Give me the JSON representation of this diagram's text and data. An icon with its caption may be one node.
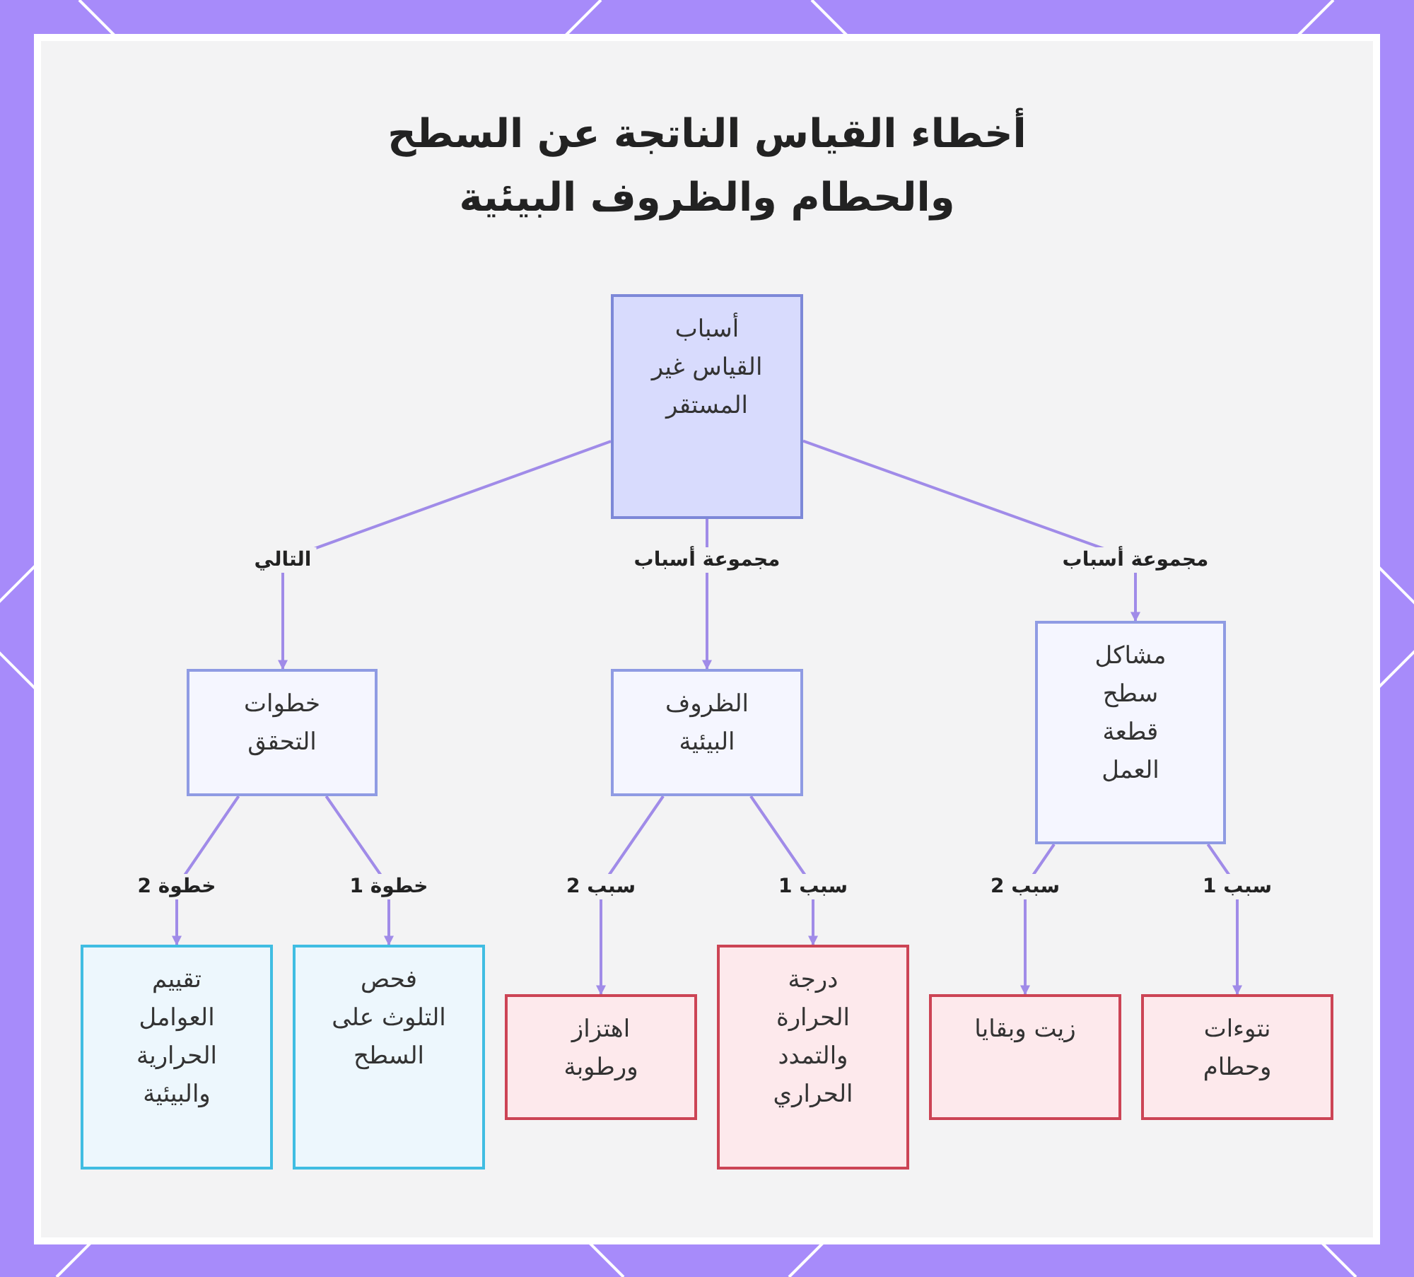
{
  "diagram": {
    "title": "أخطاء القياس الناتجة عن السطح والحطام والظروف البيئية",
    "nodes": [
      {
        "text": [
          "أسباب القياس غير المستقر"
        ]
      },
      {
        "text": [
          "مشاكل سطح قطعة العمل"
        ]
      },
      {
        "text": [
          "الظروف البيئية"
        ]
      },
      {
        "text": [
          "خطوات التحقق"
        ]
      },
      {
        "text": [
          "نتوءات وحطام"
        ]
      },
      {
        "text": [
          "زيت وبقايا"
        ]
      },
      {
        "text": [
          "درجة الحرارة والتمدد الحراري"
        ]
      },
      {
        "text": [
          "اهتزاز ورطوبة"
        ]
      },
      {
        "text": [
          "فحص التلوث على السطح"
        ]
      },
      {
        "text": [
          "تقييم العوامل الحرارية والبيئية"
        ]
      }
    ],
    "edges": [
      {
        "from": 0,
        "to": 1,
        "arrow": "to",
        "label": "مجموعة أسباب"
      },
      {
        "from": 0,
        "to": 2,
        "arrow": "to",
        "label": "مجموعة أسباب"
      },
      {
        "from": 0,
        "to": 3,
        "arrow": "to",
        "label": "التالي"
      },
      {
        "from": 1,
        "to": 4,
        "arrow": "to",
        "label": "سبب 1"
      },
      {
        "from": 1,
        "to": 5,
        "arrow": "to",
        "label": "سبب 2"
      },
      {
        "from": 2,
        "to": 6,
        "arrow": "to",
        "label": "سبب 1"
      },
      {
        "from": 2,
        "to": 7,
        "arrow": "to",
        "label": "سبب 2"
      },
      {
        "from": 3,
        "to": 8,
        "arrow": "to",
        "label": "خطوة 1"
      },
      {
        "from": 3,
        "to": 9,
        "arrow": "to",
        "label": "خطوة 2"
      }
    ]
  }
}
